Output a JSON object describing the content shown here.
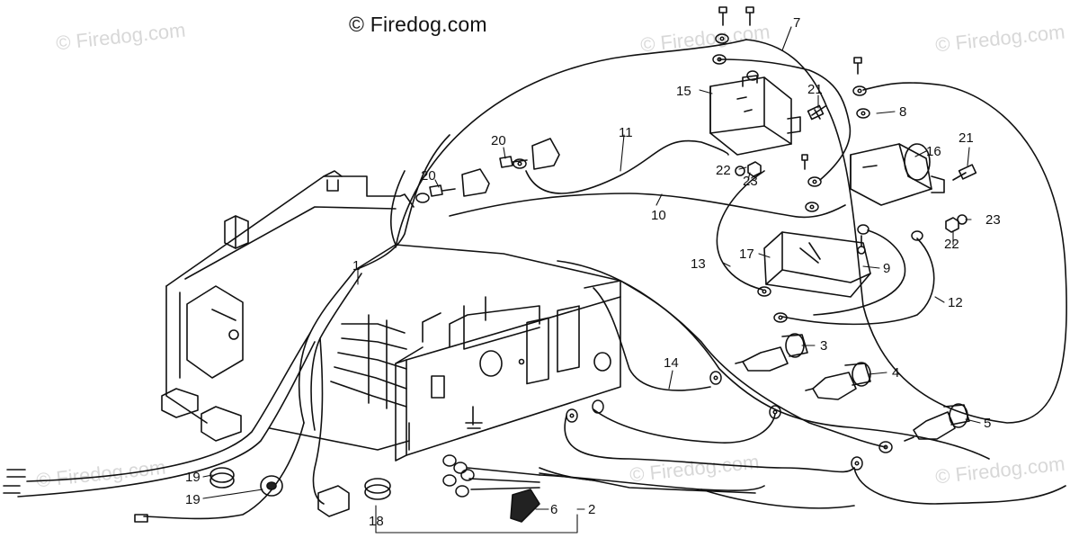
{
  "copyright": "© Firedog.com",
  "watermark": "© Firedog.com",
  "callouts": {
    "c1": "1",
    "c2": "2",
    "c3": "3",
    "c4": "4",
    "c5": "5",
    "c6": "6",
    "c7": "7",
    "c8": "8",
    "c9": "9",
    "c10": "10",
    "c11": "11",
    "c12": "12",
    "c13": "13",
    "c14": "14",
    "c15": "15",
    "c16": "16",
    "c17": "17",
    "c18": "18",
    "c19a": "19",
    "c19b": "19",
    "c20a": "20",
    "c20b": "20",
    "c21a": "21",
    "c21b": "21",
    "c22a": "22",
    "c22b": "22",
    "c23a": "23",
    "c23b": "23"
  }
}
